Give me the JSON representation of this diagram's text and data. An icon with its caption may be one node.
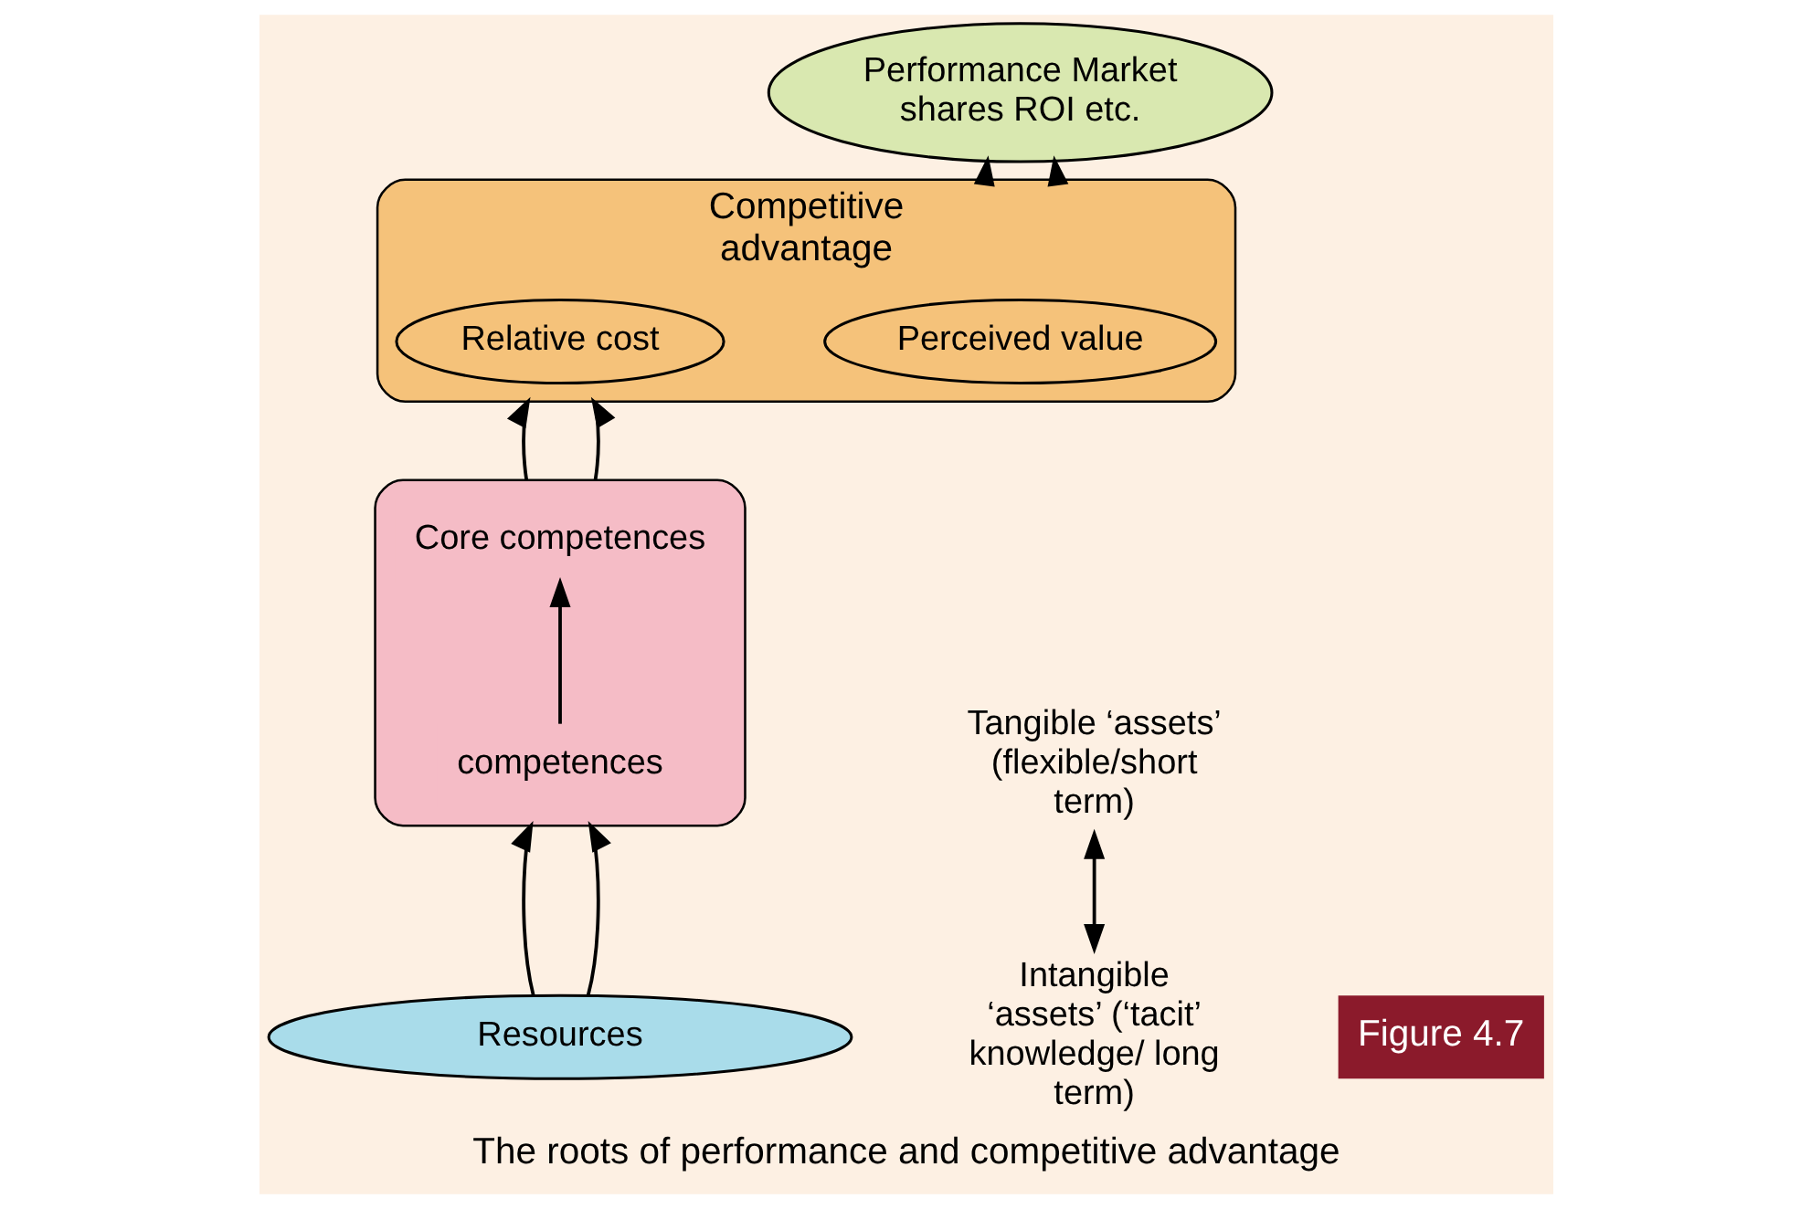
{
  "diagram": {
    "caption": "The roots of performance and competitive advantage",
    "nodes": [
      {
        "text": [
          "Performance Market shares ROI etc."
        ]
      },
      {
        "text": [
          "Competitive advantage"
        ]
      },
      {
        "text": [
          "Perceived value"
        ],
        "in": 1
      },
      {
        "text": [
          "Relative cost"
        ],
        "in": 1
      },
      {
        "text": [],
        "shape": "ellipse"
      },
      {
        "text": [
          "Core competences"
        ],
        "in": 4
      },
      {
        "text": [
          "competences"
        ],
        "in": 4
      },
      {
        "text": [
          "Resources"
        ]
      },
      {
        "text": [
          "Tangible ‘assets’ (flexible/short term)"
        ]
      },
      {
        "text": [
          "Intangible ‘assets’ (‘tacit’ knowledge/ long term)"
        ]
      }
    ],
    "edges": [
      {
        "from": 7,
        "to": 4,
        "arrow": "to"
      },
      {
        "from": 7,
        "to": 4,
        "arrow": "to"
      },
      {
        "from": 4,
        "to": 1,
        "arrow": "to"
      },
      {
        "from": 4,
        "to": 1,
        "arrow": "to"
      },
      {
        "from": 1,
        "to": 0,
        "arrow": "to"
      },
      {
        "from": 1,
        "to": 0,
        "arrow": "to"
      },
      {
        "from": 6,
        "to": 5,
        "arrow": "to"
      },
      {
        "from": 9,
        "to": 8,
        "arrow": "both"
      }
    ],
    "labels": [
      "Figure 4.7"
    ]
  }
}
